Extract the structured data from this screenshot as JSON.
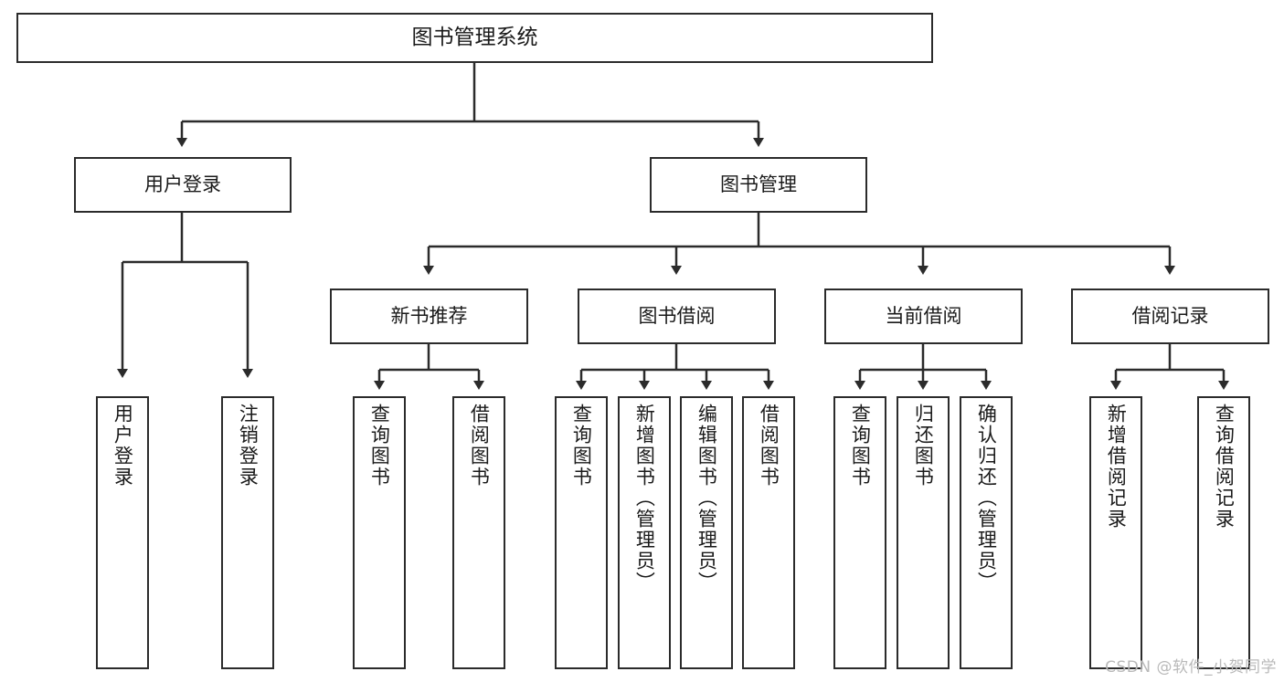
{
  "diagram": {
    "title": "图书管理系统",
    "watermark": "CSDN @软件_小贺同学",
    "line_color": "#2b2b2b",
    "box_fill": "#ffffff",
    "text_color": "#1a1a1a",
    "nodes": {
      "root": {
        "label": "图书管理系统"
      },
      "level1": [
        {
          "id": "user-login",
          "label": "用户登录"
        },
        {
          "id": "book-manage",
          "label": "图书管理"
        }
      ],
      "level2": [
        {
          "id": "new-book-recommend",
          "label": "新书推荐"
        },
        {
          "id": "book-borrow",
          "label": "图书借阅"
        },
        {
          "id": "current-borrow",
          "label": "当前借阅"
        },
        {
          "id": "borrow-record",
          "label": "借阅记录"
        }
      ],
      "leaves": {
        "user-login": [
          {
            "id": "leaf-user-login",
            "label": "用户登录"
          },
          {
            "id": "leaf-logout-login",
            "label": "注销登录"
          }
        ],
        "new-book-recommend": [
          {
            "id": "leaf-query-book-1",
            "label": "查询图书"
          },
          {
            "id": "leaf-borrow-book-1",
            "label": "借阅图书"
          }
        ],
        "book-borrow": [
          {
            "id": "leaf-query-book-2",
            "label": "查询图书"
          },
          {
            "id": "leaf-add-book",
            "label": "新增图书（管理员）"
          },
          {
            "id": "leaf-edit-book",
            "label": "编辑图书（管理员）"
          },
          {
            "id": "leaf-borrow-book-2",
            "label": "借阅图书"
          }
        ],
        "current-borrow": [
          {
            "id": "leaf-query-book-3",
            "label": "查询图书"
          },
          {
            "id": "leaf-return-book",
            "label": "归还图书"
          },
          {
            "id": "leaf-confirm-return",
            "label": "确认归还（管理员）"
          }
        ],
        "borrow-record": [
          {
            "id": "leaf-add-record",
            "label": "新增借阅记录"
          },
          {
            "id": "leaf-query-record",
            "label": "查询借阅记录"
          }
        ]
      }
    }
  }
}
